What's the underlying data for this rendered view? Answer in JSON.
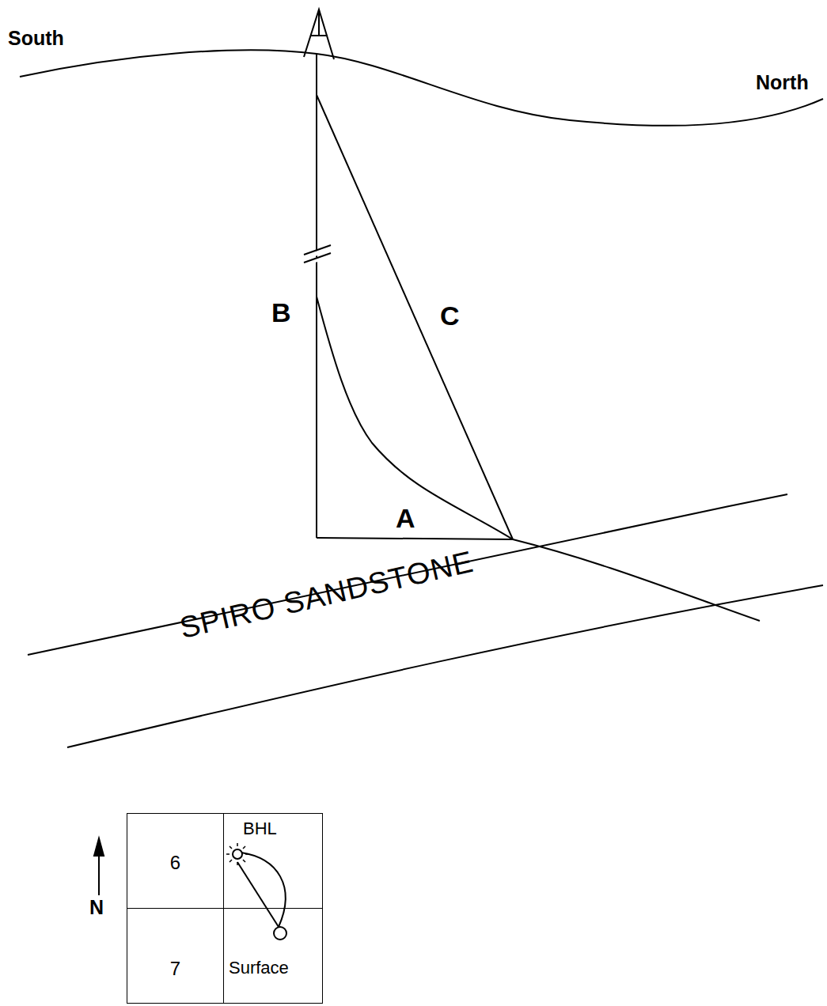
{
  "diagram": {
    "nodes": [
      {
        "text": [
          "SPIRO SANDSTONE"
        ]
      },
      {
        "text": [
          "6"
        ]
      },
      {
        "text": [
          "BHL"
        ]
      },
      {
        "text": [
          "7"
        ]
      },
      {
        "text": [
          "Surface"
        ]
      }
    ],
    "labels": [
      "South",
      "North",
      "B",
      "C",
      "A",
      "N"
    ]
  }
}
